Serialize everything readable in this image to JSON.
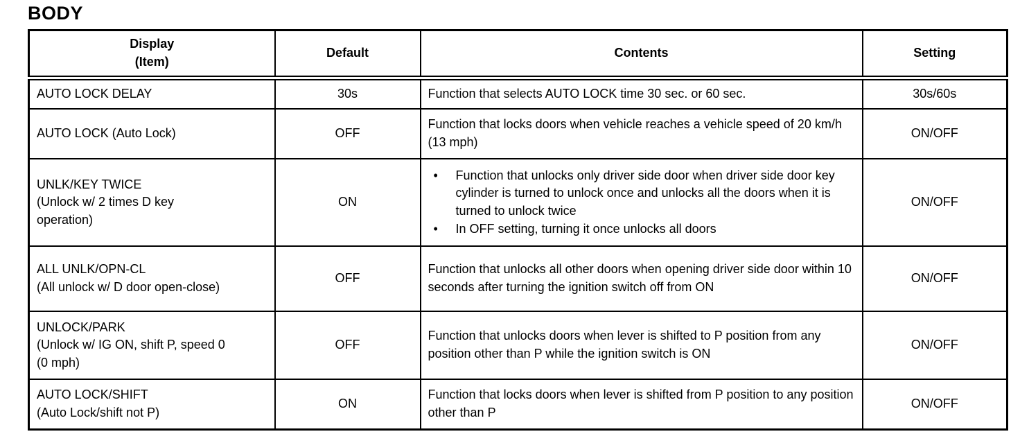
{
  "page": {
    "title": "BODY"
  },
  "colors": {
    "text": "#000000",
    "border": "#000000",
    "background": "#ffffff"
  },
  "table": {
    "headers": [
      "Display\n(Item)",
      "Default",
      "Contents",
      "Setting"
    ],
    "rows": [
      {
        "display": "AUTO LOCK DELAY",
        "default": "30s",
        "contents": "Function that selects AUTO LOCK time 30 sec. or 60 sec.",
        "setting": "30s/60s"
      },
      {
        "display": "AUTO LOCK (Auto Lock)",
        "default": "OFF",
        "contents": "Function that locks doors when vehicle reaches a vehicle speed of 20 km/h (13 mph)",
        "setting": "ON/OFF"
      },
      {
        "display": "UNLK/KEY TWICE\n(Unlock w/ 2 times D key\noperation)",
        "default": "ON",
        "contents_items": [
          "Function that unlocks only driver side door when driver side door key cylinder is turned to unlock once and unlocks all the doors when it is turned to unlock twice",
          "In OFF setting, turning it once unlocks all doors"
        ],
        "setting": "ON/OFF"
      },
      {
        "display": "ALL UNLK/OPN-CL\n(All unlock w/ D door open-close)",
        "default": "OFF",
        "contents": "Function that unlocks all other doors when opening driver side door within 10 seconds after turning the ignition switch off from ON",
        "setting": "ON/OFF"
      },
      {
        "display": "UNLOCK/PARK\n(Unlock w/ IG ON, shift P, speed 0\n(0 mph)",
        "default": "OFF",
        "contents": "Function that unlocks doors when lever is shifted to P position from any position other than P while the ignition switch is ON",
        "setting": "ON/OFF"
      },
      {
        "display": "AUTO LOCK/SHIFT\n(Auto Lock/shift not P)",
        "default": "ON",
        "contents": "Function that locks doors when lever is shifted from P position to any position other than P",
        "setting": "ON/OFF"
      }
    ]
  }
}
